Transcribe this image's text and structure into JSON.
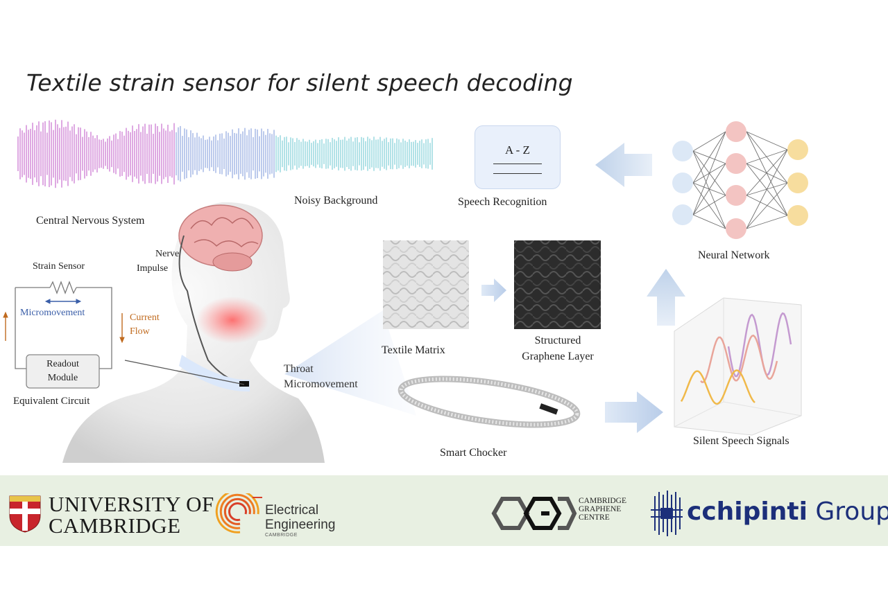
{
  "title": "Textile strain sensor for silent speech decoding",
  "labels": {
    "cns": "Central Nervous System",
    "noisy": "Noisy Background",
    "speech_recognition": "Speech Recognition",
    "az": "A - Z",
    "neural_network": "Neural Network",
    "nerve": "Nerve",
    "impulse": "Impulse",
    "strain_sensor": "Strain Sensor",
    "micromovement": "Micromovement",
    "current": "Current",
    "flow": "Flow",
    "readout": "Readout",
    "module": "Module",
    "equivalent_circuit": "Equivalent  Circuit",
    "textile_matrix": "Textile  Matrix",
    "structured": "Structured",
    "graphene_layer": "Graphene Layer",
    "throat": "Throat",
    "throat_micromovement": "Micromovement",
    "smart_chocker": "Smart Chocker",
    "silent_speech_signals": "Silent  Speech Signals"
  },
  "logos": {
    "cambridge_line1": "UNIVERSITY OF",
    "cambridge_line2": "CAMBRIDGE",
    "ee_line1": "Electrical",
    "ee_line2": "Engineering",
    "ee_line3": "CAMBRIDGE",
    "cgc_line1": "CAMBRIDGE",
    "cgc_line2": "GRAPHENE",
    "cgc_line3": "CENTRE",
    "cg_bold": "cchipinti",
    "cg_rest": " Group"
  },
  "colors": {
    "wave_left": "#c86fd0",
    "wave_mid": "#8fa6e0",
    "wave_right": "#7fd0d8",
    "nn_input": "#dce8f6",
    "nn_hidden": "#f3c4c2",
    "nn_output": "#f7dd9e",
    "arrow": "#c8d8ee",
    "footer_bg": "#e8f0e2",
    "cg_blue": "#1c2f7a"
  }
}
